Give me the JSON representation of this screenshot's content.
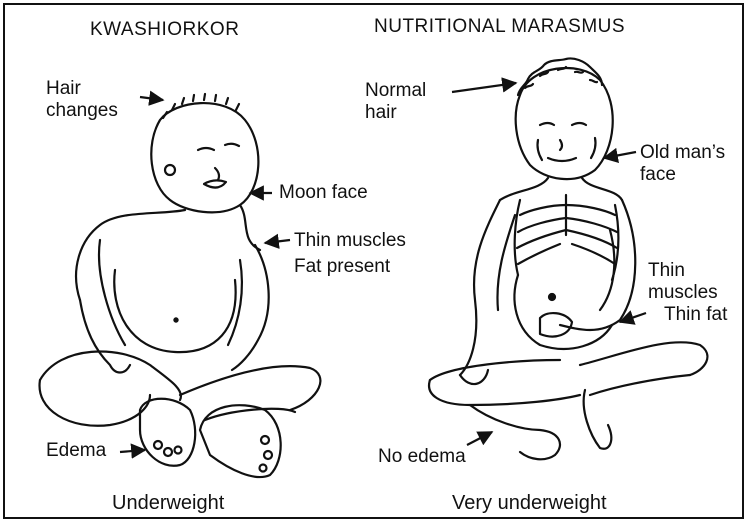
{
  "left_panel": {
    "title": "KWASHIORKOR",
    "labels": {
      "hair_changes": [
        "Hair",
        "changes"
      ],
      "moon_face": "Moon face",
      "thin_muscles": "Thin muscles",
      "fat_present": "Fat present",
      "edema": "Edema"
    },
    "caption": "Underweight"
  },
  "right_panel": {
    "title": "NUTRITIONAL MARASMUS",
    "labels": {
      "normal_hair": [
        "Normal",
        "hair"
      ],
      "old_mans_face": [
        "Old man’s",
        "face"
      ],
      "thin_muscles": [
        "Thin",
        "muscles"
      ],
      "thin_fat": "Thin fat",
      "no_edema": "No edema"
    },
    "caption": "Very underweight"
  }
}
